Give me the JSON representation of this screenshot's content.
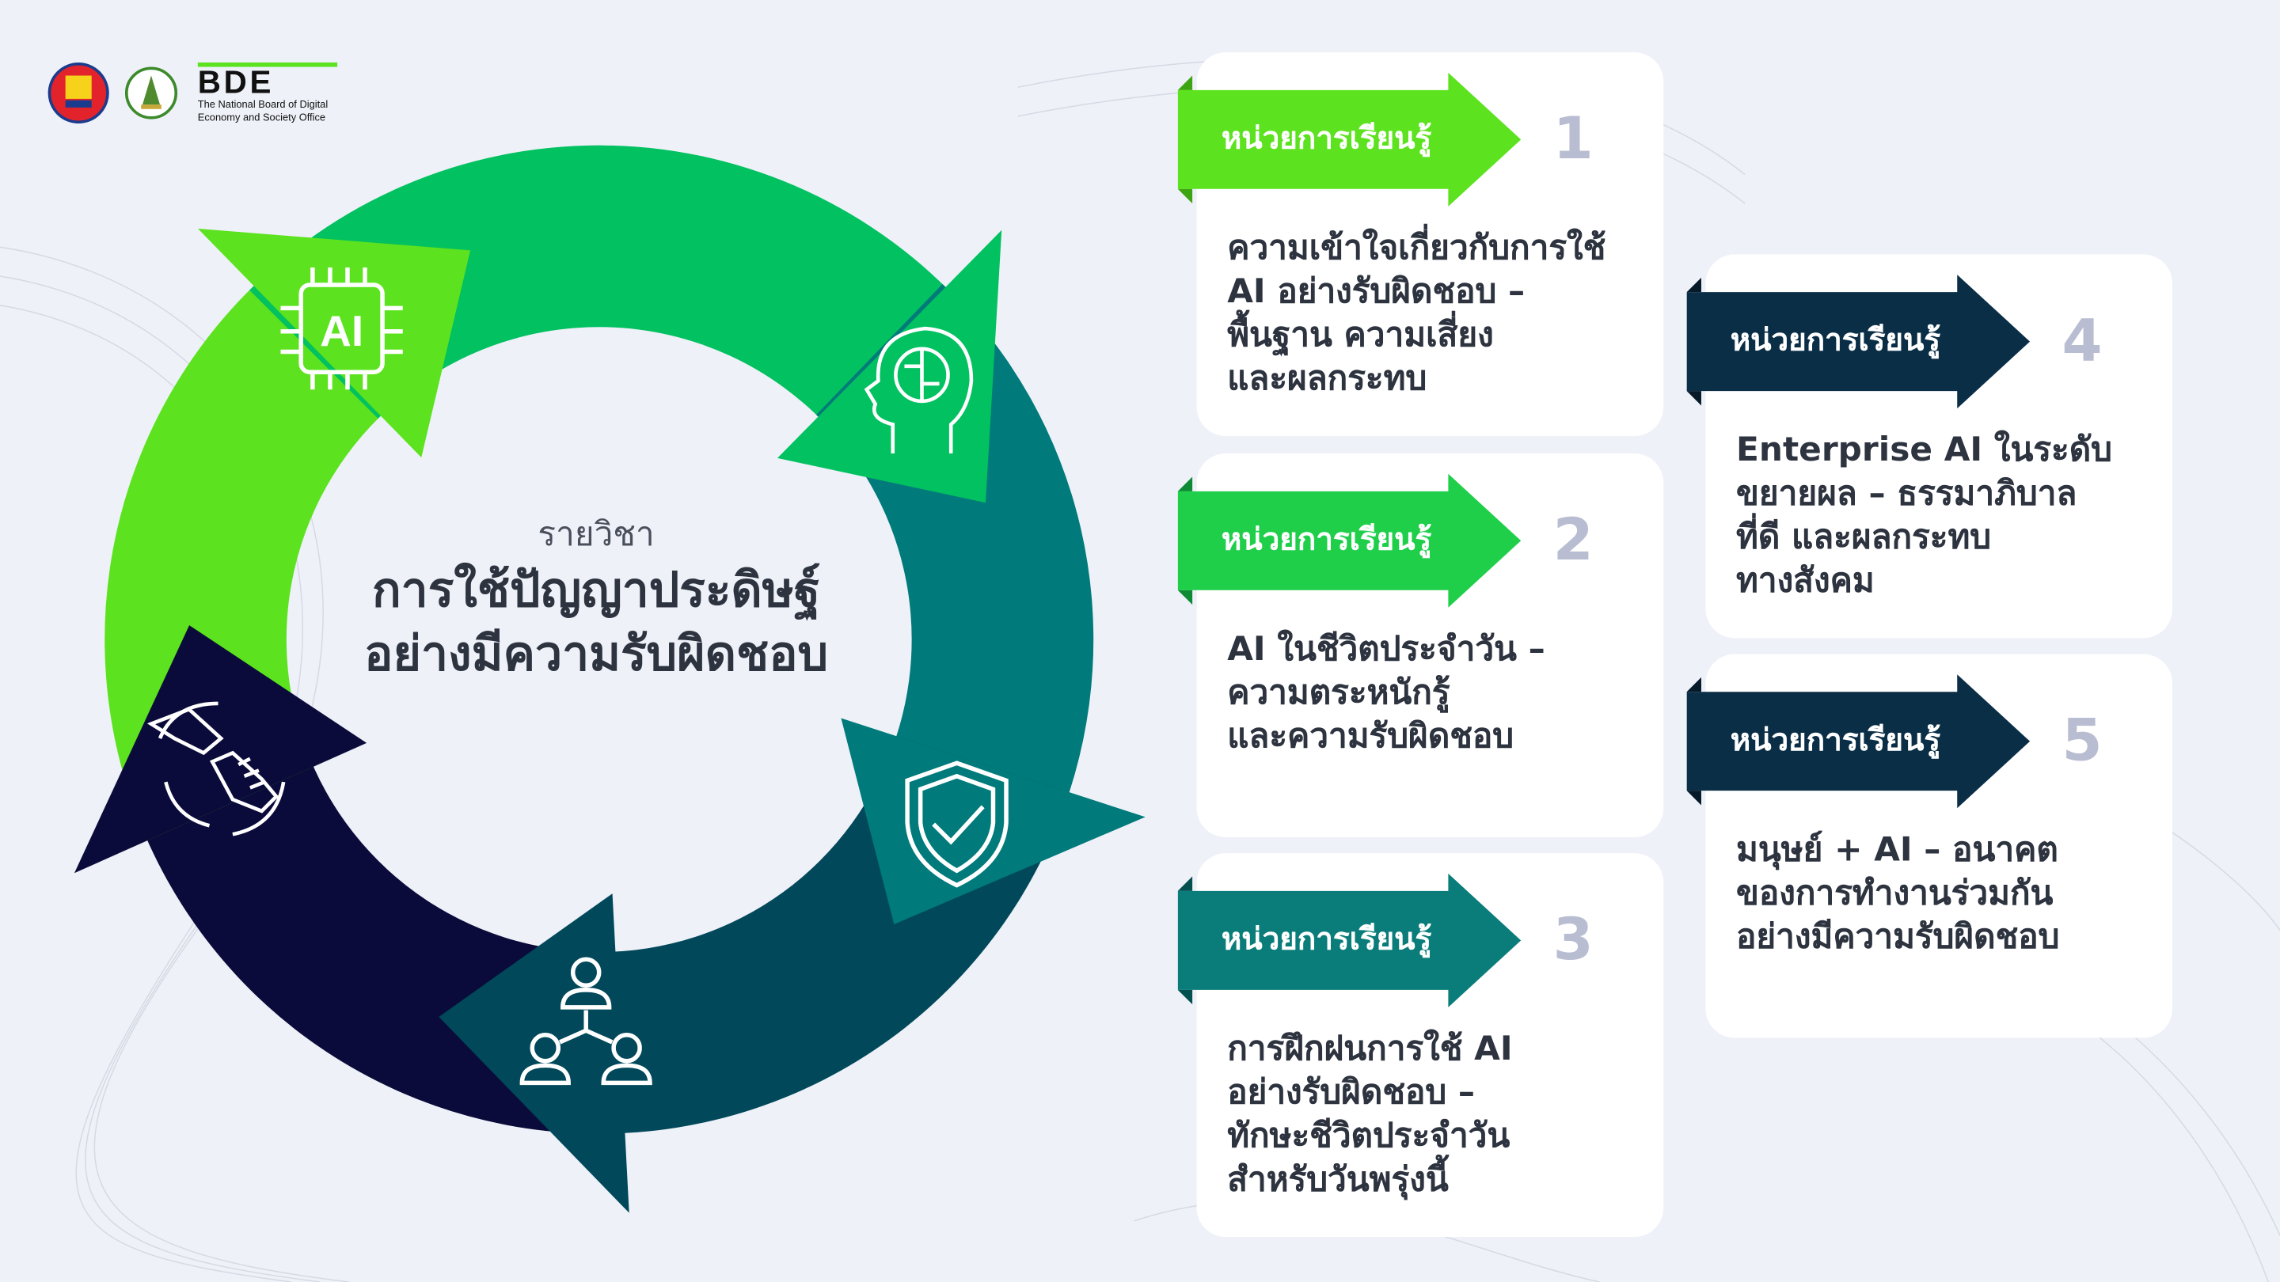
{
  "logos": {
    "asean": "asean",
    "ministry": "Ministry of Digital Economy and Society",
    "bde_mark": "BDE",
    "bde_line1": "The National Board of Digital",
    "bde_line2": "Economy and Society Office"
  },
  "course": {
    "subject_label": "รายวิชา",
    "title_line1": "การใช้ปัญญาประดิษฐ์",
    "title_line2": "อย่างมีความรับผิดชอบ"
  },
  "cycle_icons": [
    "ai-chip-icon",
    "brain-head-icon",
    "shield-check-icon",
    "people-network-icon",
    "handshake-robot-icon"
  ],
  "colors": {
    "light_green": "#5ce21e",
    "green": "#02c160",
    "teal": "#007a7a",
    "dark_teal": "#00485a",
    "navy": "#0a0b3a",
    "banner_navy": "#0b2e47",
    "number": "#b9bdd2",
    "text": "#2d333f"
  },
  "units": [
    {
      "label": "หน่วยการเรียนรู้",
      "number": "1",
      "color": "#5ce21e",
      "fold": "#3ea512",
      "lines": [
        "ความเข้าใจเกี่ยวกับการใช้",
        "AI อย่างรับผิดชอบ –",
        "พื้นฐาน ความเสี่ยง",
        "และผลกระทบ"
      ]
    },
    {
      "label": "หน่วยการเรียนรู้",
      "number": "2",
      "color": "#1fcf4a",
      "fold": "#0e8a35",
      "lines": [
        "AI ในชีวิตประจำวัน –",
        "ความตระหนักรู้",
        "และความรับผิดชอบ"
      ]
    },
    {
      "label": "หน่วยการเรียนรู้",
      "number": "3",
      "color": "#0a7d7a",
      "fold": "#04504f",
      "lines": [
        "การฝึกฝนการใช้ AI",
        "อย่างรับผิดชอบ –",
        "ทักษะชีวิตประจำวัน",
        "สำหรับวันพรุ่งนี้"
      ]
    },
    {
      "label": "หน่วยการเรียนรู้",
      "number": "4",
      "color": "#0b2e47",
      "fold": "#061a2a",
      "lines": [
        "Enterprise AI ในระดับ",
        "ขยายผล – ธรรมาภิบาล",
        "ที่ดี และผลกระทบ",
        "ทางสังคม"
      ]
    },
    {
      "label": "หน่วยการเรียนรู้",
      "number": "5",
      "color": "#0b2e47",
      "fold": "#061a2a",
      "lines": [
        "มนุษย์ + AI – อนาคต",
        "ของการทำงานร่วมกัน",
        "อย่างมีความรับผิดชอบ"
      ]
    }
  ]
}
